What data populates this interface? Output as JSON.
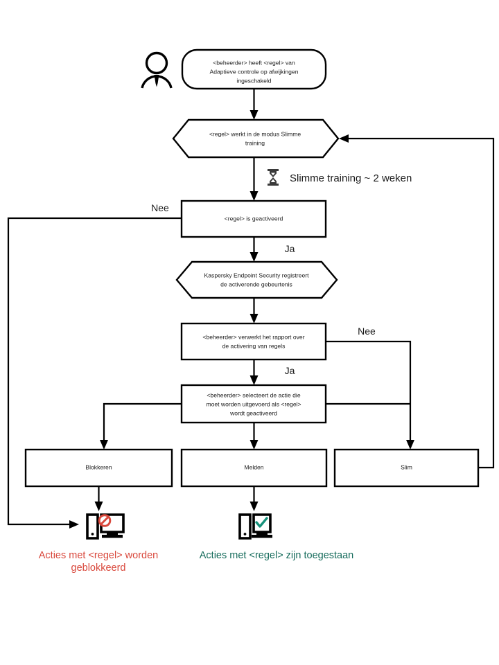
{
  "diagram": {
    "title": "Adaptieve controle op afwijkingen - Slimme training werkstroom",
    "colors": {
      "line": "#000000",
      "node_fill": "#ffffff",
      "text": "#1a1a1a",
      "blocked_red": "#d9483c",
      "allowed_green": "#156b5b",
      "hourglass": "#3a3a3a"
    },
    "nodes": {
      "actor": {
        "icon": "person-icon",
        "label": ""
      },
      "start": {
        "shape": "rounded-rectangle",
        "lines": [
          "<beheerder> heeft <regel> van",
          "Adaptieve controle op afwijkingen",
          "ingeschakeld"
        ]
      },
      "smart_training_mode": {
        "shape": "hexagon",
        "lines": [
          "<regel> werkt in de modus Slimme",
          "training"
        ]
      },
      "rule_triggered": {
        "shape": "rectangle",
        "lines": [
          "<regel> is geactiveerd"
        ]
      },
      "kes_registers": {
        "shape": "hexagon",
        "lines": [
          "Kaspersky Endpoint Security registreert",
          "de activerende gebeurtenis"
        ]
      },
      "admin_processes_report": {
        "shape": "rectangle",
        "lines": [
          "<beheerder> verwerkt het rapport over",
          "de activering van regels"
        ]
      },
      "admin_selects_action": {
        "shape": "rectangle",
        "lines": [
          "<beheerder> selecteert de actie die",
          "moet  worden uitgevoerd als <regel>",
          "wordt geactiveerd"
        ]
      },
      "action_block": {
        "shape": "rectangle",
        "lines": [
          "Blokkeren"
        ]
      },
      "action_notify": {
        "shape": "rectangle",
        "lines": [
          "Melden"
        ]
      },
      "action_smart": {
        "shape": "rectangle",
        "lines": [
          "Slim"
        ]
      }
    },
    "edge_labels": {
      "nee_left": "Nee",
      "ja_triggered": "Ja",
      "nee_right": "Nee",
      "ja_report": "Ja"
    },
    "annotations": {
      "training_duration": "Slimme training ~ 2 weken",
      "hourglass_icon": "hourglass-icon"
    },
    "outcomes": {
      "blocked": {
        "icon": "computer-blocked-icon",
        "lines": [
          "Acties met <regel> worden",
          "geblokkeerd"
        ]
      },
      "allowed": {
        "icon": "computer-allowed-icon",
        "lines": [
          "Acties met <regel> zijn toegestaan"
        ]
      }
    }
  }
}
